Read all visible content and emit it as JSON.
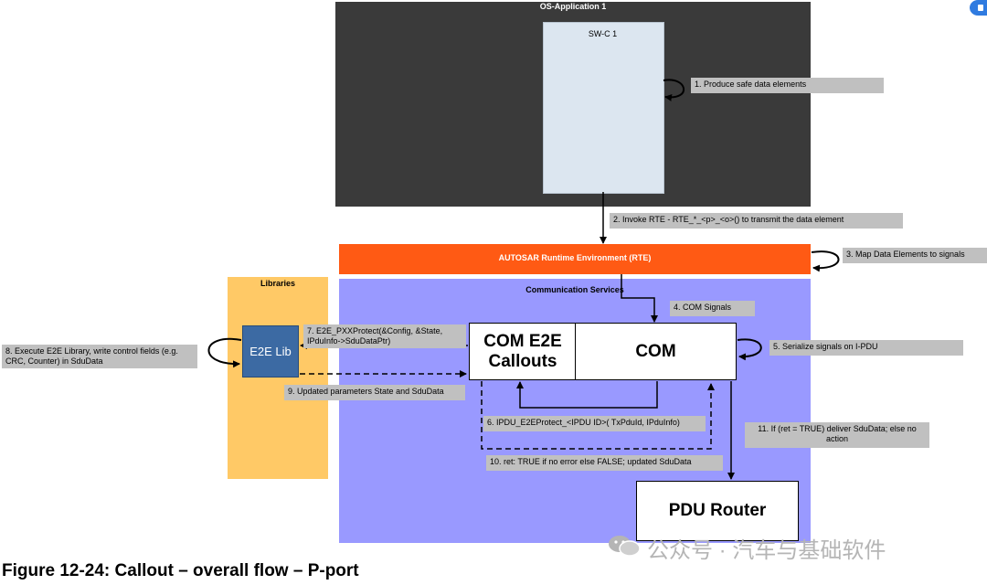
{
  "os_application": {
    "title": "OS-Application  1",
    "swc_label": "SW-C 1"
  },
  "rte": {
    "label": "AUTOSAR  Runtime Environment (RTE)"
  },
  "libraries": {
    "title": "Libraries",
    "e2e_lib": "E2E Lib"
  },
  "communication_services": {
    "title": "Communication Services",
    "com_e2e_callouts": "COM E2E Callouts",
    "com": "COM",
    "pdu_router": "PDU Router"
  },
  "steps": {
    "s1": "1. Produce  safe data elements",
    "s2": "2. Invoke   RTE - RTE_*_<p>_<o>() to transmit  the data element",
    "s3": "3. Map Data Elements  to signals",
    "s4": "4. COM Signals",
    "s5": "5. Serialize  signals on I-PDU",
    "s6": "6. IPDU_E2EProtect_<IPDU  ID>( TxPduId,  IPduInfo)",
    "s7": "7. E2E_PXXProtect(&Config,  &State, IPduInfo->SduDataPtr)",
    "s8": "8. Execute  E2E Library, write control fields (e.g. CRC, Counter) in SduData",
    "s9": "9. Updated parameters  State and  SduData",
    "s10": "10. ret: TRUE if no error else FALSE; updated  SduData",
    "s11": "11. If (ret = TRUE) deliver SduData;  else no action"
  },
  "caption": "Figure 12-24: Callout – overall flow – P-port",
  "watermark": "公众号 · 汽车与基础软件",
  "colors": {
    "os_bg": "#3a3a3a",
    "swc_bg": "#dce6f0",
    "rte_bg": "#ff5a14",
    "libraries_bg": "#ffc966",
    "comm_bg": "#9999ff",
    "e2e_lib_bg": "#3c6aa3",
    "step_bg": "#c0c0c0"
  },
  "icons": {
    "watermark_icon": "wechat-icon",
    "corner_icon": "badge-icon"
  }
}
